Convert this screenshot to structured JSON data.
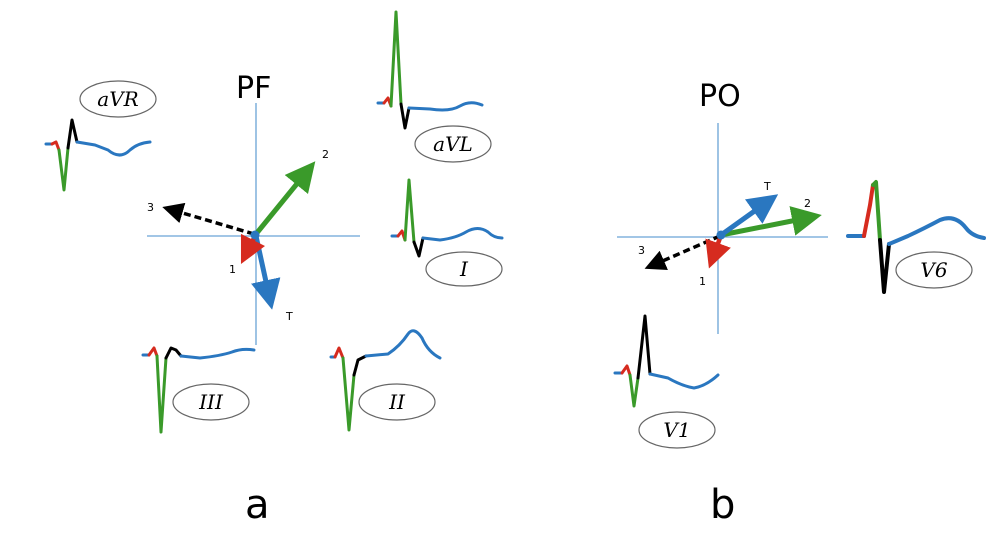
{
  "panels": {
    "a": {
      "label": "a",
      "plane": "PF",
      "vectors": {
        "v1": "1",
        "v2": "2",
        "v3": "3",
        "vT": "T"
      },
      "leads": {
        "aVR": "aVR",
        "aVL": "aVL",
        "I": "I",
        "III": "III",
        "II": "II"
      }
    },
    "b": {
      "label": "b",
      "plane": "PO",
      "vectors": {
        "v1": "1",
        "v2": "2",
        "v3": "3",
        "vT": "T"
      },
      "leads": {
        "V6": "V6",
        "V1": "V1"
      }
    }
  },
  "colors": {
    "vector1": "#d62b1f",
    "vector2": "#3a9a2a",
    "vector3": "#000000",
    "vectorT": "#2a77c0",
    "axis": "#6aa3d6"
  }
}
